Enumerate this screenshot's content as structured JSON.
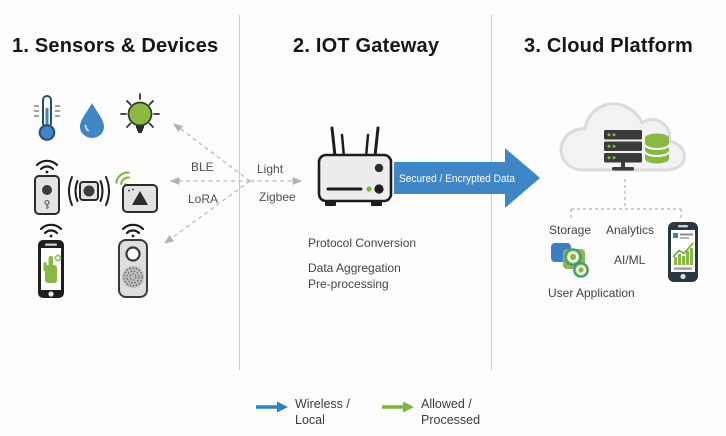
{
  "colors": {
    "accent_blue": "#3e86c6",
    "legend_blue": "#2f80c3",
    "accent_green": "#7cb342",
    "icon_green": "#8ab845",
    "dash_gray": "#bcbcbc"
  },
  "sections": {
    "sensors": {
      "title": "1. Sensors & Devices",
      "protocol_labels": [
        "BLE",
        "LoRA"
      ],
      "icons": [
        "thermometer-icon",
        "water-drop-icon",
        "light-bulb-icon",
        "door-sensor-icon",
        "motion-sensor-icon",
        "alarm-sensor-icon",
        "smartphone-icon",
        "smart-speaker-icon"
      ]
    },
    "gateway": {
      "title": "2. IOT Gateway",
      "protocol_labels": [
        "Light",
        "Zigbee"
      ],
      "icon": "router-icon",
      "arrow_label": "Secured / Encrypted Data",
      "notes": [
        "Protocol Conversion",
        "Data Aggregation",
        "Pre-processing"
      ]
    },
    "cloud": {
      "title": "3. Cloud Platform",
      "icons": [
        "cloud-icon",
        "server-rack-icon",
        "database-icon",
        "app-storage-icon",
        "mobile-analytics-icon"
      ],
      "capability_labels": [
        "Storage",
        "Analytics",
        "AI/ML"
      ],
      "user_app_label": "User Application"
    }
  },
  "legend": {
    "items": [
      {
        "label_line1": "Wireless /",
        "label_line2": "Local",
        "color": "#2f80c3"
      },
      {
        "label_line1": "Allowed /",
        "label_line2": "Processed",
        "color": "#7cb342"
      }
    ]
  }
}
